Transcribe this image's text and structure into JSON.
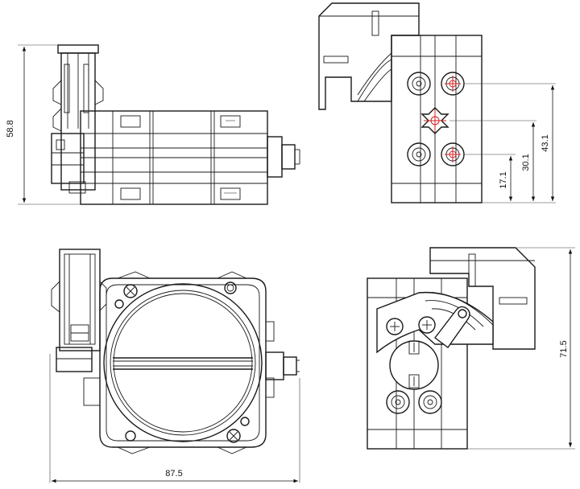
{
  "dimensions": {
    "top_left_height": "58.8",
    "top_right_lower": "17.1",
    "top_right_middle": "30.1",
    "top_right_upper": "43.1",
    "bottom_left_width": "87.5",
    "bottom_right_height": "71.5"
  },
  "colors": {
    "line": "#1a1a1a",
    "hole_marker": "#d42020"
  }
}
